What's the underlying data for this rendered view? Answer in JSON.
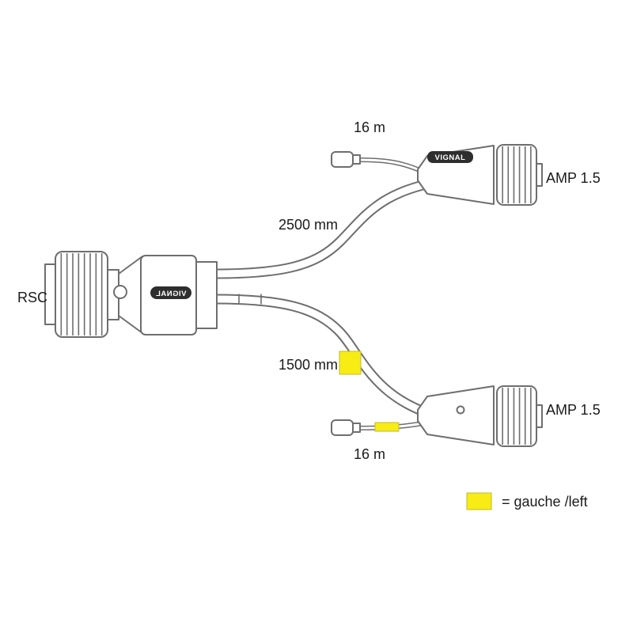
{
  "diagram": {
    "main_connector": {
      "label": "RSC",
      "brand": "VIGNAL"
    },
    "top_branch": {
      "pigtail_length_label": "16 m",
      "cable_length_label": "2500 mm",
      "connector_brand": "VIGNAL",
      "connector_type_label": "AMP 1.5"
    },
    "bottom_branch": {
      "pigtail_length_label": "16 m",
      "cable_length_label": "1500 mm",
      "connector_type_label": "AMP 1.5"
    },
    "legend": {
      "label": "= gauche /left"
    }
  },
  "colors": {
    "line": "#6e6e6e",
    "text": "#1a1a1a",
    "accent_yellow": "#f7ec13",
    "brand_bg": "#2e2e2e"
  }
}
